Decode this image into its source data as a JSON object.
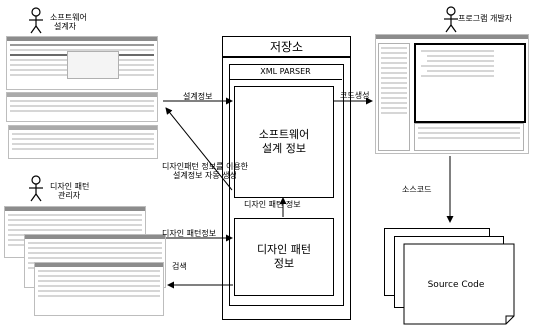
{
  "repository": {
    "title": "저장소",
    "parser": "XML PARSER",
    "design_info_box": [
      "소프트웨어",
      "설계 정보"
    ],
    "pattern_info_box": [
      "디자인 패턴",
      "정보"
    ]
  },
  "actors": {
    "sw_designer": [
      "소프트웨어",
      "설계자"
    ],
    "pattern_manager": [
      "디자인 패턴",
      "관리자"
    ],
    "programmer": "프로그램 개발자"
  },
  "labels": {
    "design_info": "설계정보",
    "auto_gen": [
      "디자인패턴 정보를 이용한",
      "설계정보 자동 생성"
    ],
    "pattern_info_up": "디자인 패턴 정보",
    "pattern_info_in": "디자인 패턴정보",
    "search": "검색",
    "code_gen": "코드생성",
    "source_code_label": "소스코드",
    "source_code_doc": "Source Code"
  }
}
